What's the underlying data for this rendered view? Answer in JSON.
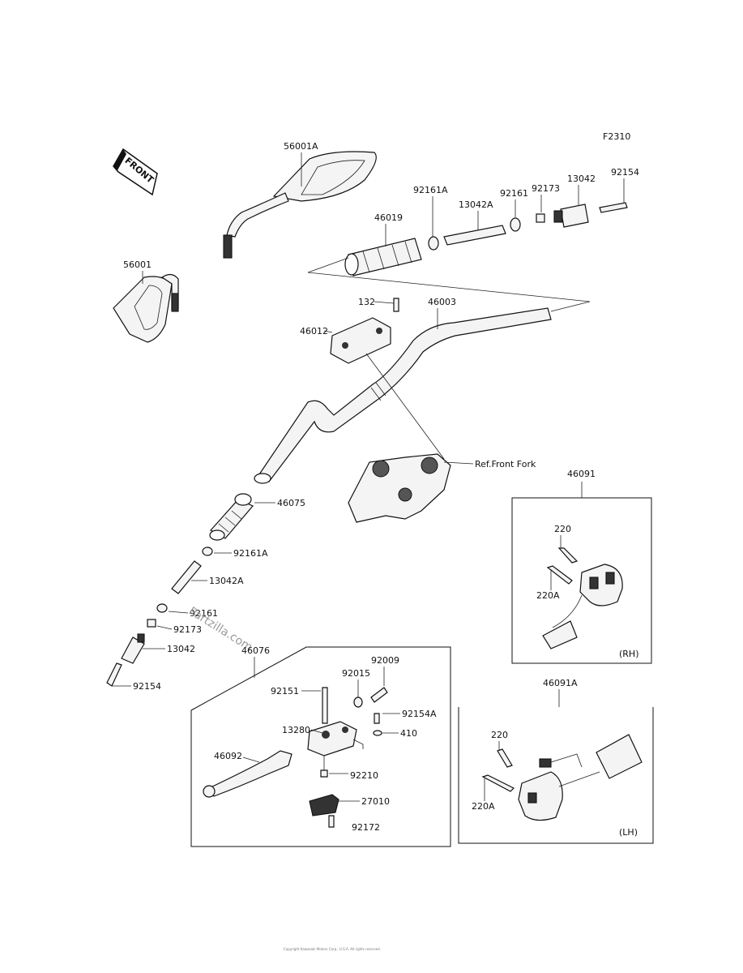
{
  "figure_code": "F2310",
  "front_label": "FRONT",
  "watermark": "Partzilla.com",
  "copyright": "Copyright Kawasaki Motors Corp., U.S.A. All rights reserved.",
  "labels": {
    "p56001A": "56001A",
    "p56001": "56001",
    "p46019": "46019",
    "p92161A_top": "92161A",
    "p13042A_top": "13042A",
    "p92161_top": "92161",
    "p92173_top": "92173",
    "p13042_top": "13042",
    "p92154_top": "92154",
    "p132": "132",
    "p46003": "46003",
    "p46012": "46012",
    "ref_front_fork": "Ref.Front Fork",
    "p46075": "46075",
    "p92161A_mid": "92161A",
    "p13042A_mid": "13042A",
    "p92161_mid": "92161",
    "p92173_mid": "92173",
    "p13042_mid": "13042",
    "p92154_bot": "92154",
    "p46076": "46076",
    "p92009": "92009",
    "p92015": "92015",
    "p92151": "92151",
    "p92154A": "92154A",
    "p13280": "13280",
    "p410": "410",
    "p46092": "46092",
    "p92210": "92210",
    "p27010": "27010",
    "p92172": "92172",
    "p46091": "46091",
    "p220_rh": "220",
    "p220A_rh": "220A",
    "rh": "(RH)",
    "p46091A": "46091A",
    "p220_lh": "220",
    "p220A_lh": "220A",
    "lh": "(LH)"
  }
}
